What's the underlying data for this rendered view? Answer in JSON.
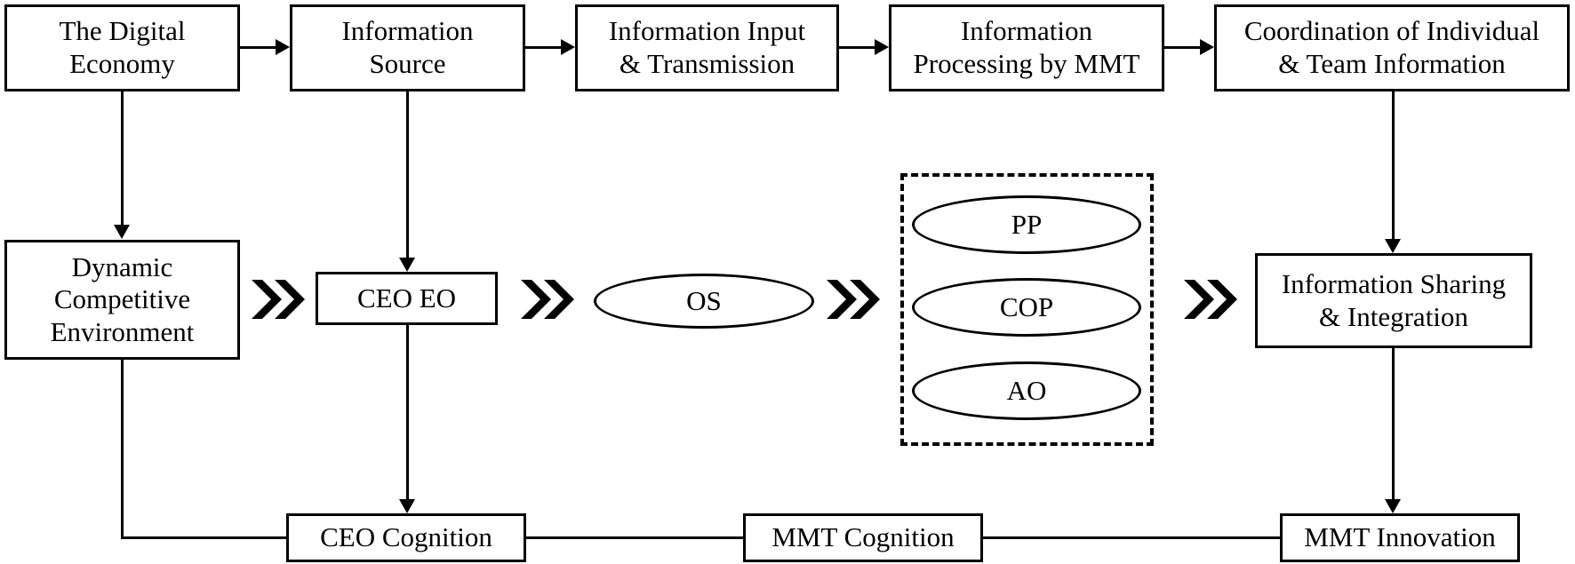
{
  "diagram": {
    "title": "Digital economy MMT information processing framework",
    "nodes": [
      {
        "id": "digital-economy",
        "label": "The Digital\nEconomy",
        "shape": "box"
      },
      {
        "id": "information-source",
        "label": "Information\nSource",
        "shape": "box"
      },
      {
        "id": "information-input-transmission",
        "label": "Information Input\n& Transmission",
        "shape": "box"
      },
      {
        "id": "information-processing-mmt",
        "label": "Information\nProcessing by MMT",
        "shape": "box"
      },
      {
        "id": "coordination-individual-team",
        "label": "Coordination of Individual\n& Team Information",
        "shape": "box"
      },
      {
        "id": "dynamic-competitive-environment",
        "label": "Dynamic\nCompetitive\nEnvironment",
        "shape": "box"
      },
      {
        "id": "ceo-eo",
        "label": "CEO EO",
        "shape": "box"
      },
      {
        "id": "os",
        "label": "OS",
        "shape": "ellipse"
      },
      {
        "id": "pp",
        "label": "PP",
        "shape": "ellipse"
      },
      {
        "id": "cop",
        "label": "COP",
        "shape": "ellipse"
      },
      {
        "id": "ao",
        "label": "AO",
        "shape": "ellipse"
      },
      {
        "id": "information-sharing-integration",
        "label": "Information Sharing\n& Integration",
        "shape": "box"
      },
      {
        "id": "ceo-cognition",
        "label": "CEO Cognition",
        "shape": "box"
      },
      {
        "id": "mmt-cognition",
        "label": "MMT Cognition",
        "shape": "box"
      },
      {
        "id": "mmt-innovation",
        "label": "MMT Innovation",
        "shape": "box"
      }
    ],
    "labels": {
      "digital_economy": "The Digital\nEconomy",
      "information_source": "Information\nSource",
      "information_input_transmission": "Information Input\n& Transmission",
      "information_processing_mmt": "Information\nProcessing by MMT",
      "coordination_individual_team": "Coordination of Individual\n& Team Information",
      "dynamic_competitive_environment": "Dynamic\nCompetitive\nEnvironment",
      "ceo_eo": "CEO EO",
      "os": "OS",
      "pp": "PP",
      "cop": "COP",
      "ao": "AO",
      "information_sharing_integration": "Information Sharing\n& Integration",
      "ceo_cognition": "CEO Cognition",
      "mmt_cognition": "MMT Cognition",
      "mmt_innovation": "MMT Innovation"
    },
    "colors": {
      "stroke": "#000000",
      "fill": "#ffffff",
      "text": "#000000"
    }
  }
}
